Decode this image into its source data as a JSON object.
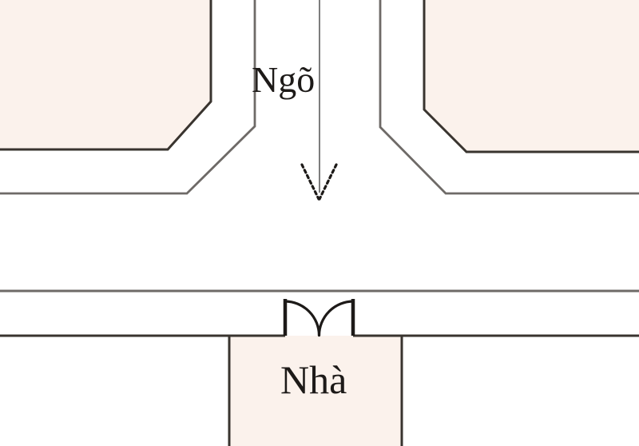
{
  "labels": {
    "alley": "Ngõ",
    "house": "Nhà"
  },
  "icons": {
    "alley_arrow": "down-arrow-with-dashed-head",
    "house_door": "double-door-swing"
  },
  "arrow": {
    "direction": "down"
  },
  "colors": {
    "background": "#ffffff",
    "block_fill": "#fbf2ec",
    "line_dark": "#39342f",
    "line_gray": "#6e6a67",
    "ink": "#1d1a18",
    "arrow_shaft": "#7d7d7d"
  }
}
